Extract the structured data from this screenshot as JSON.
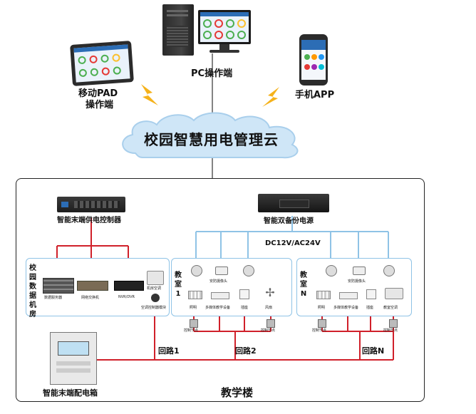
{
  "top": {
    "pc_label": "PC操作端",
    "pad_label_line1": "移动PAD",
    "pad_label_line2": "操作端",
    "app_label": "手机APP",
    "cloud_label": "校园智慧用电管理云"
  },
  "building": {
    "title": "教学楼",
    "controller_label": "智能末端供电控制器",
    "power_label": "智能双备份电源",
    "voltage_label": "DC12V/AC24V",
    "distribution_label": "智能末端配电箱",
    "circuits": [
      "回路1",
      "回路2",
      "回路N"
    ]
  },
  "datacenter": {
    "label": "校园数据机房",
    "devices": [
      "数据服务器",
      "网络交换机",
      "NVR/DVR",
      "机房空调",
      "空调控制器模块"
    ]
  },
  "classroom1": {
    "label": "教室1",
    "devices_top": [
      "安防摄像头"
    ],
    "devices_bottom": [
      "照明",
      "多媒体教学设备",
      "插座",
      "风扇"
    ],
    "nodes": [
      "控制节点",
      "控制节点"
    ]
  },
  "classroomN": {
    "label": "教室N",
    "devices_top": [
      "安防摄像头"
    ],
    "devices_bottom": [
      "照明",
      "多媒体教学设备",
      "插座",
      "教室空调"
    ],
    "nodes": [
      "控制节点",
      "控制节点"
    ]
  },
  "colors": {
    "red_line": "#d0202a",
    "blue_line": "#8fc3e6",
    "cloud_fill": "#cfe6f7",
    "lightning": "#f5b21b"
  }
}
